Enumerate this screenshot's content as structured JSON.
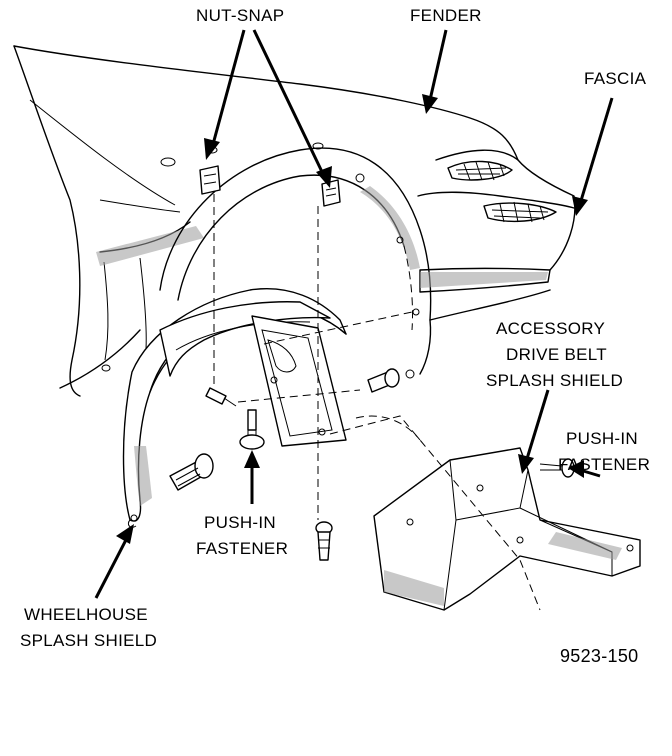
{
  "labels": {
    "nut_snap": "NUT-SNAP",
    "fender": "FENDER",
    "fascia": "FASCIA",
    "accessory_line1": "ACCESSORY",
    "accessory_line2": "DRIVE BELT",
    "accessory_line3": "SPLASH SHIELD",
    "push_in_right_line1": "PUSH-IN",
    "push_in_right_line2": "FASTENER",
    "push_in_center_line1": "PUSH-IN",
    "push_in_center_line2": "FASTENER",
    "wheelhouse_line1": "WHEELHOUSE",
    "wheelhouse_line2": "SPLASH SHIELD"
  },
  "figure_id": "9523-150"
}
